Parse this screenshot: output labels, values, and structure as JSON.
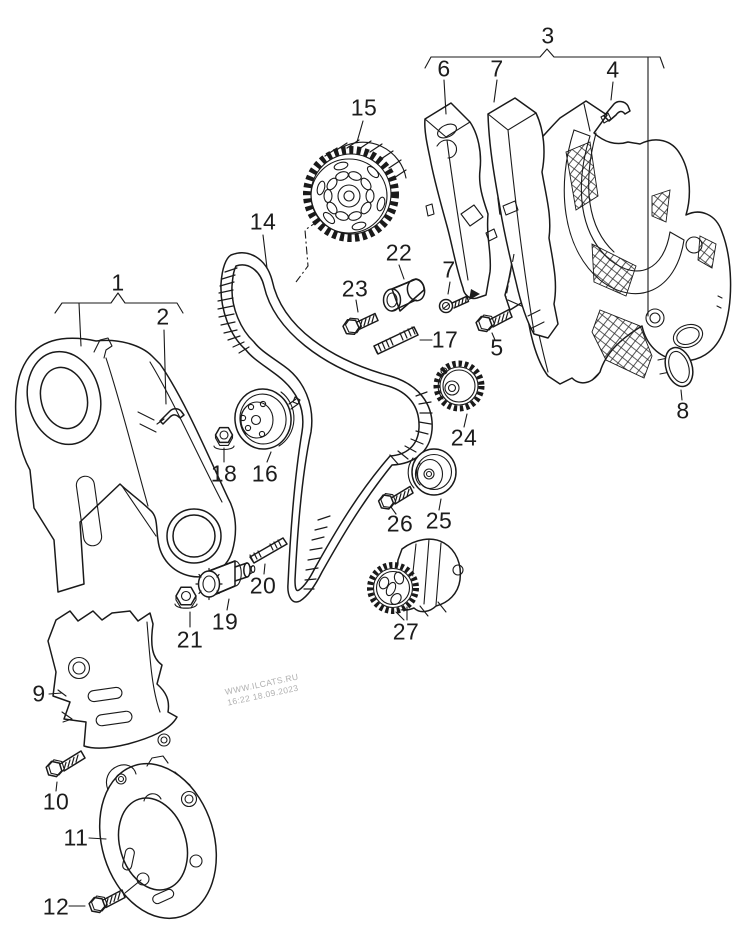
{
  "diagram": {
    "colors": {
      "background": "#ffffff",
      "line": "#1a1a1a",
      "watermark": "#b0b0b0"
    },
    "watermark": {
      "line1": "WWW.ILCATS.RU",
      "line2": "16:22 18.09.2023"
    },
    "callouts": {
      "c1": "1",
      "c2": "2",
      "c3": "3",
      "c4": "4",
      "c5": "5",
      "c6": "6",
      "c7": "7",
      "c8": "8",
      "c9": "9",
      "c10": "10",
      "c11": "11",
      "c12": "12",
      "c14": "14",
      "c15": "15",
      "c16": "16",
      "c17": "17",
      "c18": "18",
      "c19": "19",
      "c20": "20",
      "c21": "21",
      "c22": "22",
      "c23": "23",
      "c24": "24",
      "c25": "25",
      "c26": "26",
      "c27": "27"
    }
  }
}
